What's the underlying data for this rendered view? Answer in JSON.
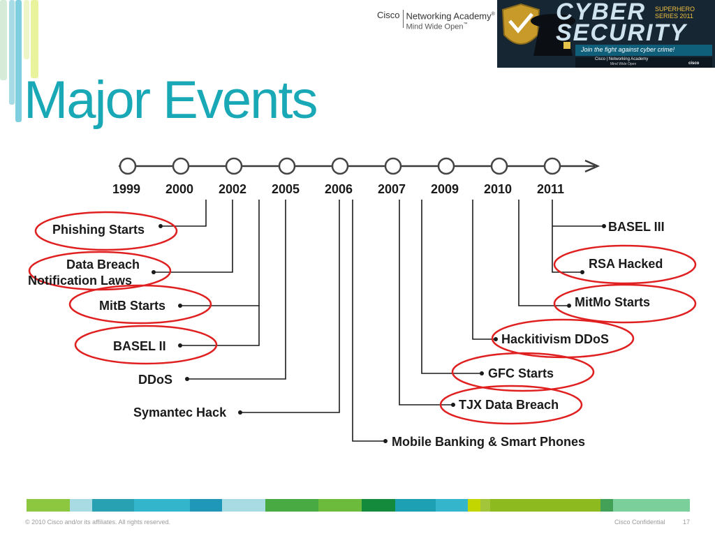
{
  "slide": {
    "title": "Major Events",
    "logo": {
      "brand": "Cisco",
      "product": "Networking Academy",
      "mark": "®",
      "tagline": "Mind Wide Open",
      "tagline_mark": "™"
    },
    "banner": {
      "headline_line1": "CYBER",
      "headline_line2": "SECURITY",
      "series_line1": "SUPERHERO",
      "series_line2": "SERIES 2011",
      "slogan": "Join the fight against cyber crime!",
      "footer_brand": "Cisco | Networking Academy",
      "footer_tagline": "Mind Wide Open",
      "footer_logo": "cisco"
    },
    "footer": {
      "copyright": "© 2010 Cisco and/or its affiliates. All rights reserved.",
      "confidential": "Cisco Confidential",
      "page": "17"
    }
  },
  "timeline": {
    "years": [
      "1999",
      "2000",
      "2002",
      "2005",
      "2006",
      "2007",
      "2009",
      "2010",
      "2011"
    ],
    "events": [
      {
        "label": "Phishing Starts",
        "highlighted": true
      },
      {
        "label_line1": "Data Breach",
        "label_line2": "Notification Laws",
        "highlighted": true
      },
      {
        "label": "MitB Starts",
        "highlighted": true
      },
      {
        "label": "BASEL II",
        "highlighted": true
      },
      {
        "label": "DDoS",
        "highlighted": false
      },
      {
        "label": "Symantec Hack",
        "highlighted": false
      },
      {
        "label": "Mobile Banking & Smart Phones",
        "highlighted": false
      },
      {
        "label": "TJX Data Breach",
        "highlighted": true
      },
      {
        "label": "GFC Starts",
        "highlighted": true
      },
      {
        "label": "Hackitivism DDoS",
        "highlighted": true
      },
      {
        "label": "MitMo Starts",
        "highlighted": true
      },
      {
        "label": "RSA Hacked",
        "highlighted": true
      },
      {
        "label": "BASEL III",
        "highlighted": false
      }
    ]
  },
  "colors": {
    "title": "#19a8b5",
    "highlight": "#e02020",
    "line": "#1a1a1a",
    "circle": "#333333"
  }
}
